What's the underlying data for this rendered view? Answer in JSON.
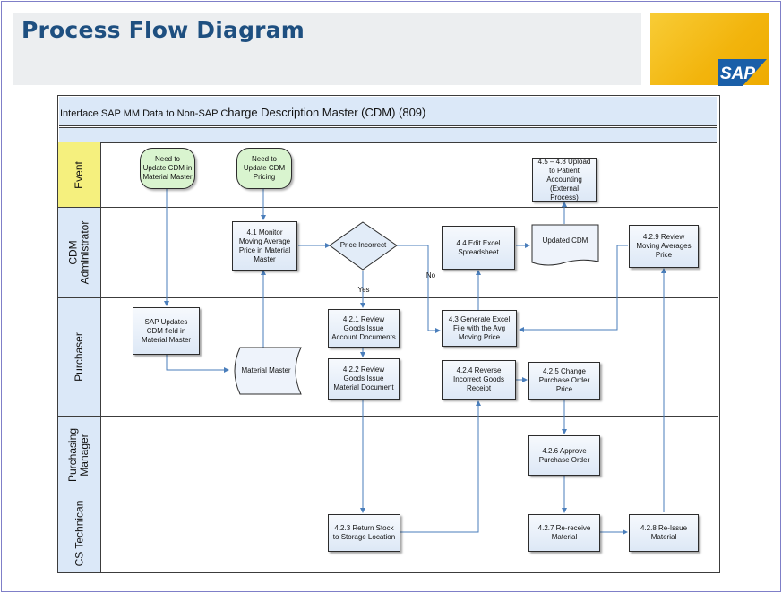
{
  "header": {
    "title": "Process Flow Diagram"
  },
  "logo": {
    "text": "SAP",
    "brand_color": "#f2b40c",
    "logo_color": "#1a5fa8"
  },
  "diagram": {
    "title_prefix": "Interface SAP MM Data to Non-SAP C",
    "title_main": "harge Description Master (CDM) ",
    "title_number": "(809)"
  },
  "lanes": {
    "event": "Event",
    "cdm_admin": "CDM\nAdministrator",
    "purchaser": "Purchaser",
    "purchasing_manager": "Purchasing\nManager",
    "cs_technician": "CS Technican"
  },
  "nodes": {
    "start_cdm": "Need to Update CDM in Material Master",
    "start_pricing": "Need to Update CDM Pricing",
    "n_4_5": "4.5 – 4.8 Upload to Patient Accounting (External Process)",
    "n_4_1": "4.1 Monitor Moving Average Price in Material Master",
    "decision": "Price Incorrect",
    "n_4_4": "4.4 Edit Excel Spreadsheet",
    "updated_cdm": "Updated CDM",
    "n_4_2_9": "4.2.9 Review Moving Averages Price",
    "sap_updates": "SAP Updates CDM field in Material Master",
    "material_master": "Material Master",
    "n_4_2_1": "4.2.1 Review Goods Issue Account Documents",
    "n_4_3": "4.3 Generate Excel File with the Avg Moving Price",
    "n_4_2_2": "4.2.2 Review Goods Issue Material Document",
    "n_4_2_4": "4.2.4 Reverse Incorrect Goods Receipt",
    "n_4_2_5": "4.2.5 Change Purchase Order Price",
    "n_4_2_6": "4.2.6 Approve Purchase Order",
    "n_4_2_3": "4.2.3 Return Stock to Storage Location",
    "n_4_2_7": "4.2.7 Re-receive Material",
    "n_4_2_8": "4.2.8 Re-Issue Material"
  },
  "edge_labels": {
    "yes": "Yes",
    "no": "No"
  },
  "colors": {
    "lane_header": "#dbe8f8",
    "event_lane": "#f5f07e",
    "terminal": "#d9f4cf",
    "connector": "#4a7ebb"
  }
}
